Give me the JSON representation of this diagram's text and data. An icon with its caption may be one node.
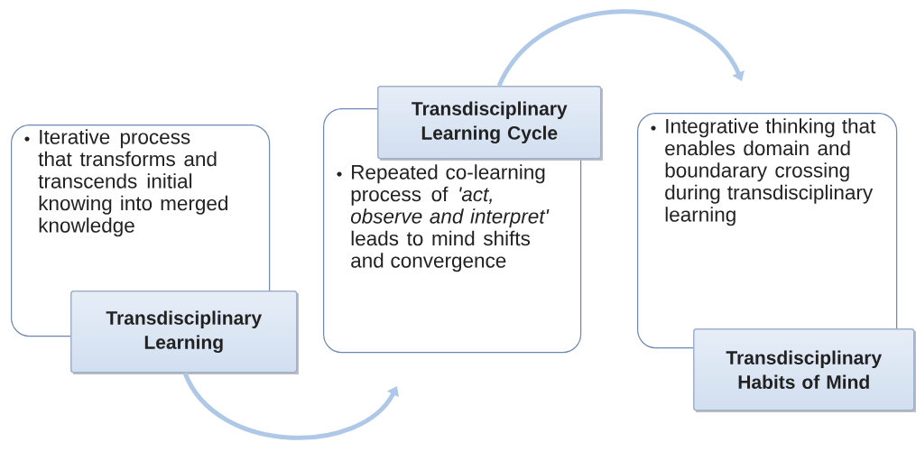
{
  "diagram": {
    "nodes": [
      {
        "text": [
          "Iterative process that transforms and transcends initial knowing into merged knowledge"
        ]
      },
      {
        "text": [
          "Transdisciplinary Learning"
        ]
      },
      {
        "text": [
          "Transdisciplinary Learning Cycle"
        ]
      },
      {
        "text": [
          "Repeated co-learning process of *'act, observe and interpret'* leads to mind shifts and convergence"
        ]
      },
      {
        "text": [
          "Integrative thinking that enables domain and boundarary crossing during transdisciplinary learning"
        ]
      },
      {
        "text": [
          "Transdisciplinary Habits of Mind"
        ]
      }
    ],
    "edges": [
      {
        "from": 1,
        "to": null,
        "arrow": "to"
      },
      {
        "from": 2,
        "to": null,
        "arrow": "to"
      }
    ]
  }
}
